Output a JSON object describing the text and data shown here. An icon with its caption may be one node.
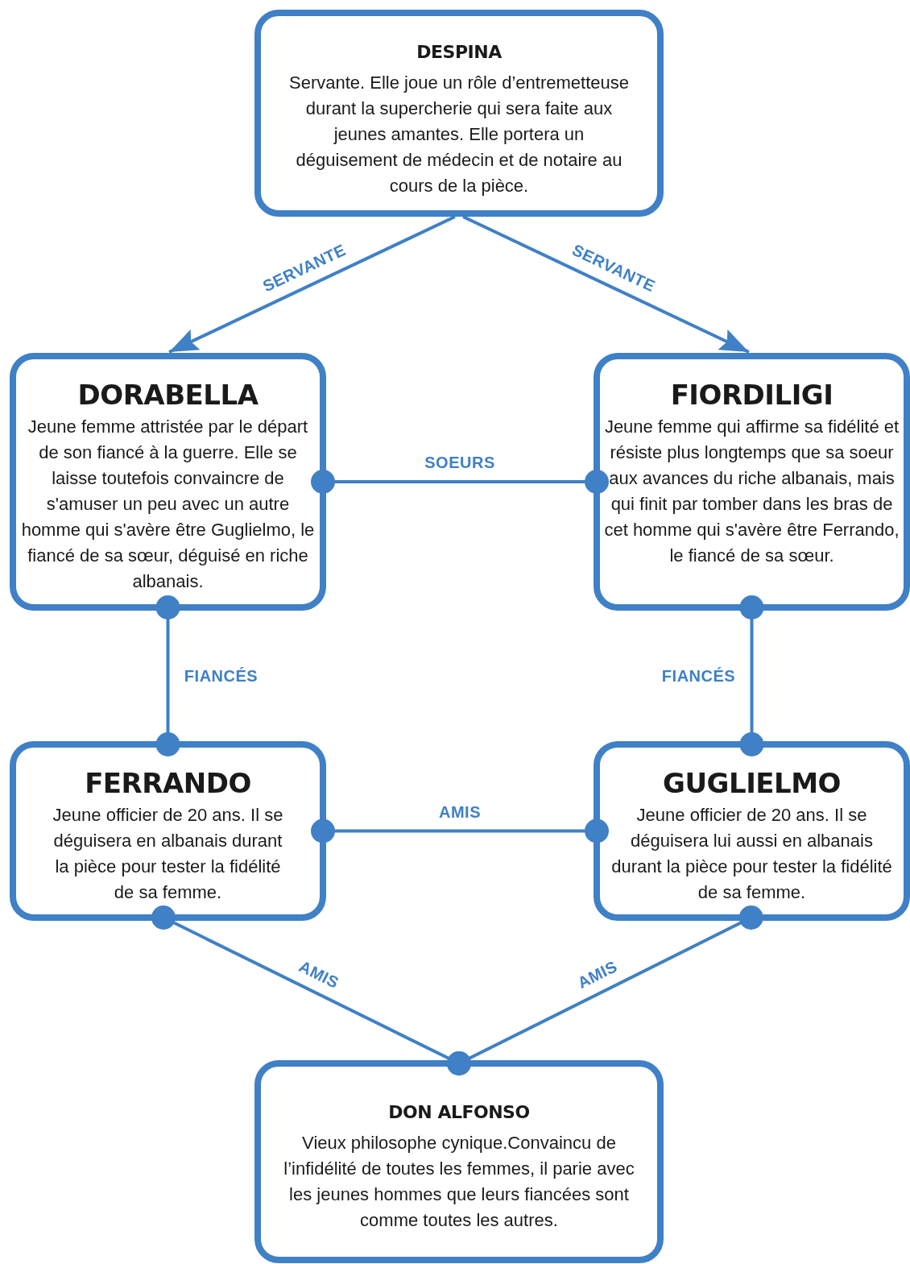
{
  "diagram": {
    "nodes": [
      {
        "text": [
          "DESPINA",
          "Servante. Elle joue un rôle d’entremetteuse durant la supercherie qui sera faite aux jeunes amantes. Elle portera un déguisement de médecin et de notaire au cours de la pièce."
        ]
      },
      {
        "text": [
          "DORABELLA",
          "Jeune femme attristée par le départ de son fiancé à la guerre. Elle se laisse toutefois convaincre de s'amuser un peu avec un autre homme qui s'avère être Guglielmo, le fiancé de sa sœur, déguisé en riche albanais."
        ]
      },
      {
        "text": [
          "FIORDILIGI",
          "Jeune femme qui affirme sa fidélité et résiste plus longtemps que sa soeur aux avances du riche albanais, mais qui finit par tomber dans les bras de cet homme qui s'avère être Ferrando, le fiancé de sa sœur."
        ]
      },
      {
        "text": [
          "FERRANDO",
          "Jeune officier de 20 ans. Il se déguisera en albanais durant la pièce pour tester la fidélité de sa femme."
        ]
      },
      {
        "text": [
          "GUGLIELMO",
          "Jeune officier de 20 ans. Il se déguisera lui aussi en albanais durant la pièce pour tester la fidélité de sa femme."
        ]
      },
      {
        "text": [
          "DON ALFONSO",
          "Vieux philosophe cynique.Convaincu de l’infidélité de toutes les femmes, il parie avec les jeunes hommes que leurs fiancées sont comme toutes les autres."
        ]
      }
    ],
    "edges": [
      {
        "from": 0,
        "to": 1,
        "arrow": "to",
        "label": "SERVANTE"
      },
      {
        "from": 0,
        "to": 2,
        "arrow": "to",
        "label": "SERVANTE"
      },
      {
        "from": 1,
        "to": 2,
        "arrow": "other",
        "label": "SOEURS"
      },
      {
        "from": 1,
        "to": 3,
        "arrow": "other",
        "label": "FIANCÉS"
      },
      {
        "from": 2,
        "to": 4,
        "arrow": "other",
        "label": "FIANCÉS"
      },
      {
        "from": 3,
        "to": 4,
        "arrow": "other",
        "label": "AMIS"
      },
      {
        "from": 3,
        "to": 5,
        "arrow": "other",
        "label": "AMIS"
      },
      {
        "from": 4,
        "to": 5,
        "arrow": "other",
        "label": "AMIS"
      }
    ]
  }
}
